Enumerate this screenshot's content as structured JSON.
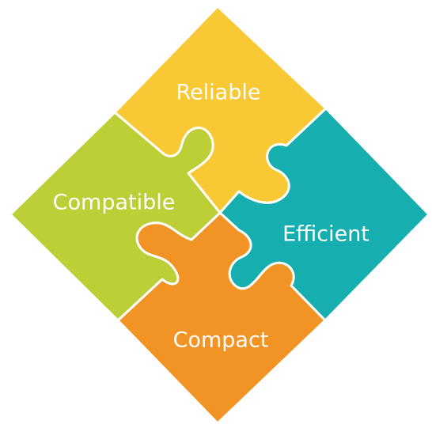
{
  "pieces": {
    "top": {
      "label": "Reliable",
      "color": "#F9C935"
    },
    "right": {
      "label": "Efficient",
      "color": "#16AEAE"
    },
    "bottom": {
      "label": "Compact",
      "color": "#F29425"
    },
    "left": {
      "label": "Compatible",
      "color": "#BCCF36"
    }
  }
}
